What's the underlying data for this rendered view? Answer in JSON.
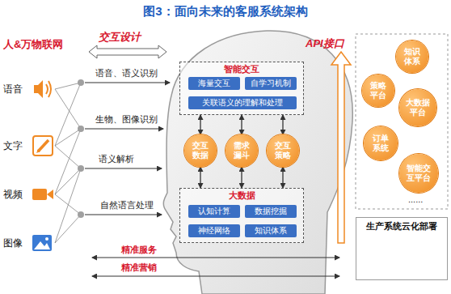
{
  "diagram": {
    "title": "图3：面向未来的客服系统架构",
    "nodes": [
      {
        "text": [
          "智能交互"
        ]
      },
      {
        "text": [
          "海量交互"
        ],
        "in": 0
      },
      {
        "text": [
          "自学习机制"
        ],
        "in": 0
      },
      {
        "text": [
          "关联语义的理解和处理"
        ],
        "in": 0
      },
      {
        "text": [
          "交互数据"
        ]
      },
      {
        "text": [
          "需求漏斗"
        ]
      },
      {
        "text": [
          "交互策略"
        ]
      },
      {
        "text": [
          "大数据"
        ]
      },
      {
        "text": [
          "认知计算"
        ],
        "in": 7
      },
      {
        "text": [
          "数据挖掘"
        ],
        "in": 7
      },
      {
        "text": [
          "神经网络"
        ],
        "in": 7
      },
      {
        "text": [
          "知识体系"
        ],
        "in": 7
      },
      {
        "text": [
          "知识体系"
        ]
      },
      {
        "text": [
          "策略平台"
        ]
      },
      {
        "text": [
          "大数据平台"
        ]
      },
      {
        "text": [
          "订单系统"
        ]
      },
      {
        "text": [
          "智能交互平台"
        ]
      },
      {
        "text": [
          "生产系统云化部署"
        ]
      }
    ],
    "edges": [
      {
        "from": 0,
        "to": 4,
        "arrow": "both"
      },
      {
        "from": 0,
        "to": 5,
        "arrow": "both"
      },
      {
        "from": 0,
        "to": 6,
        "arrow": "both"
      },
      {
        "from": 4,
        "to": 7,
        "arrow": "both"
      },
      {
        "from": 5,
        "to": 7,
        "arrow": "both"
      },
      {
        "from": 6,
        "to": 7,
        "arrow": "both"
      }
    ],
    "labels": [
      "人&万物联网",
      "交互设计",
      "语音",
      "文字",
      "视频",
      "图像",
      "语音、语义识别",
      "生物、图像识别",
      "语义解析",
      "自然语言处理",
      "精准服务",
      "精准营销",
      "API接口",
      "......"
    ]
  }
}
